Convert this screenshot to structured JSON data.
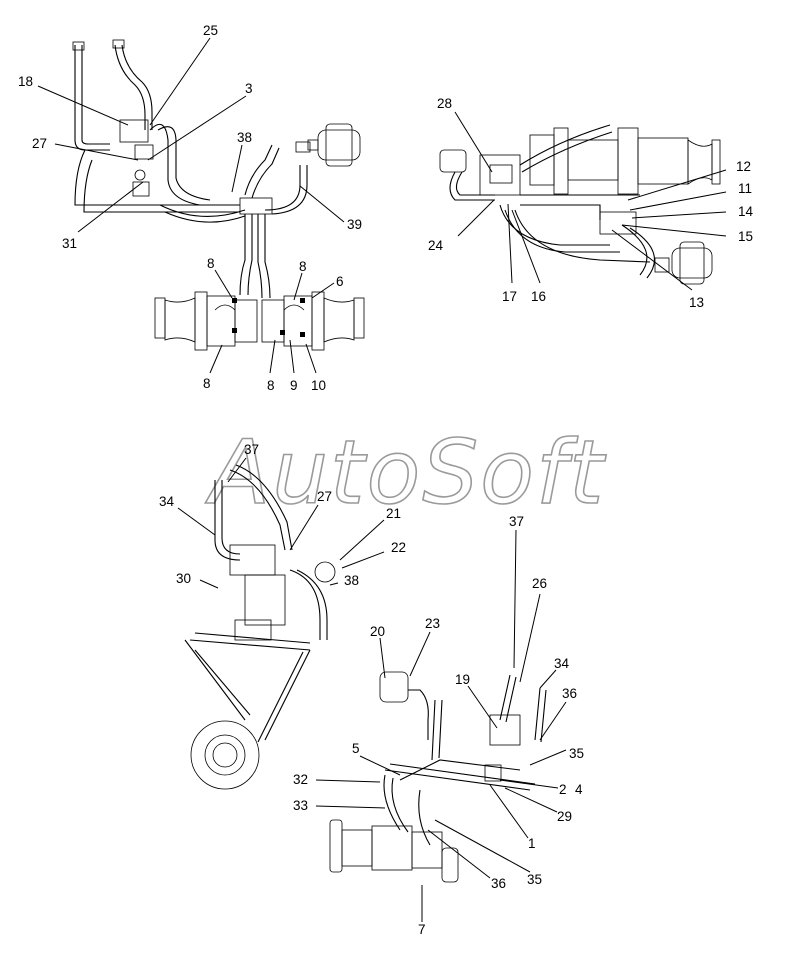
{
  "watermark": "AutoSoft",
  "callouts": {
    "top_left": [
      "25",
      "18",
      "3",
      "27",
      "38",
      "39",
      "31",
      "8",
      "8",
      "6",
      "8",
      "8",
      "9",
      "10"
    ],
    "top_right": [
      "28",
      "12",
      "11",
      "14",
      "15",
      "24",
      "17",
      "16",
      "13"
    ],
    "mid_left": [
      "37",
      "34",
      "27",
      "21",
      "22",
      "30",
      "38"
    ],
    "bottom_right": [
      "37",
      "26",
      "20",
      "23",
      "34",
      "19",
      "36",
      "5",
      "35",
      "32",
      "2",
      "4",
      "29",
      "33",
      "1",
      "36",
      "35",
      "7"
    ]
  }
}
